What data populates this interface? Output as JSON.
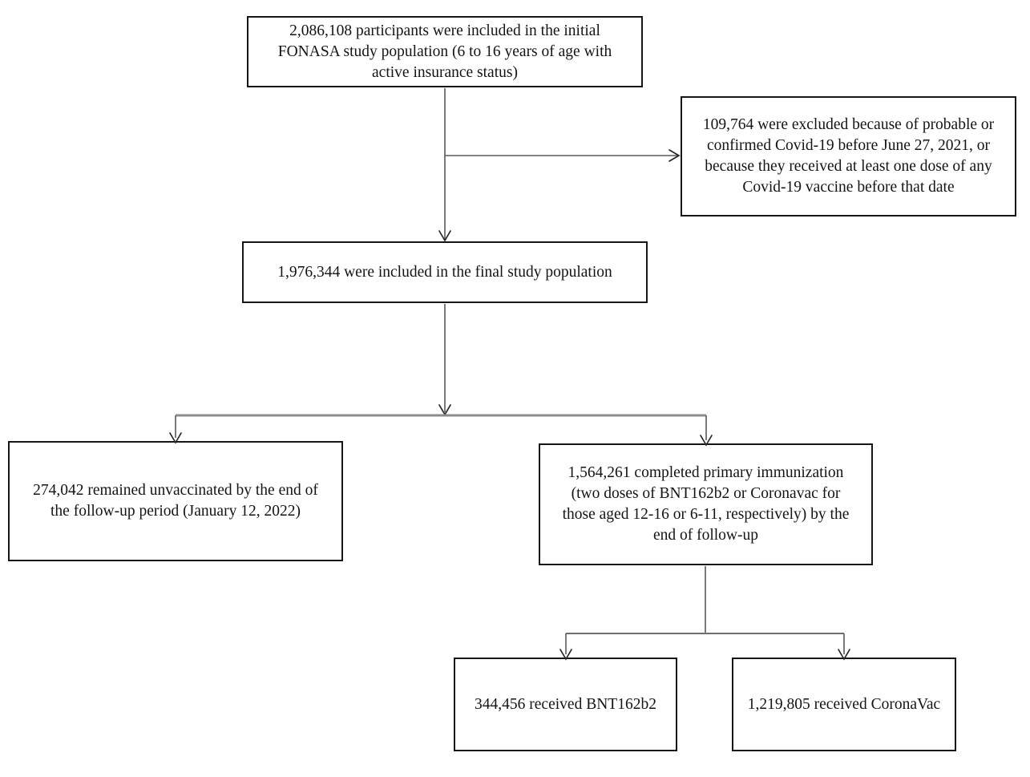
{
  "figure": {
    "kind": "study-flow-diagram",
    "colors": {
      "background": "#ffffff",
      "box_border": "#161616",
      "box_fill": "#ffffff",
      "text": "#141414",
      "connector_line": "#5a5a5a",
      "branch_bar": "#8c8c8c",
      "arrowhead": "#262626"
    },
    "boxes": {
      "initial_population": {
        "lines": [
          "2,086,108 participants were included in the initial",
          "FONASA study population (6 to 16 years of age with",
          "active insurance status)"
        ]
      },
      "excluded": {
        "lines": [
          "109,764 were excluded because of probable or",
          "confirmed Covid-19 before June 27, 2021, or",
          "because they received at least one dose of any",
          "Covid-19 vaccine before that date"
        ]
      },
      "final_population": {
        "lines": [
          "1,976,344 were included in the final study population"
        ]
      },
      "unvaccinated": {
        "lines": [
          "274,042 remained unvaccinated by the end of",
          "the follow-up period (January 12, 2022)"
        ]
      },
      "completed_immunization": {
        "lines": [
          "1,564,261 completed primary immunization",
          "(two doses of BNT162b2 or Coronavac for",
          "those aged 12-16 or 6-11, respectively) by the",
          "end of follow-up"
        ]
      },
      "bnt162b2": {
        "lines": [
          "344,456 received BNT162b2"
        ]
      },
      "coronavac": {
        "lines": [
          "1,219,805 received CoronaVac"
        ]
      }
    }
  }
}
